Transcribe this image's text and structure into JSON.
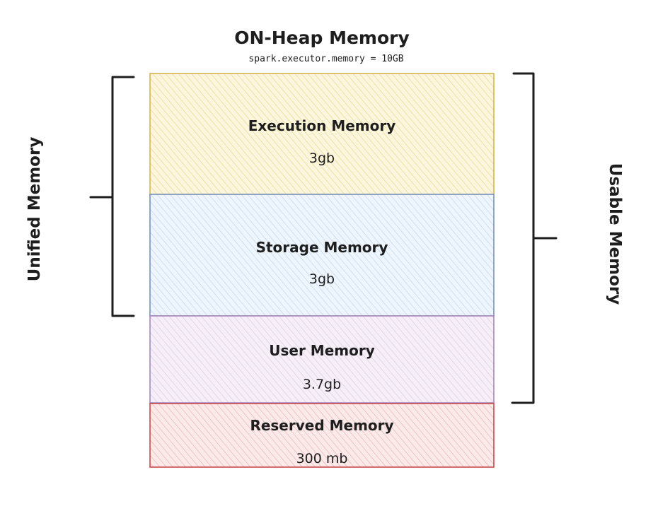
{
  "title": "ON-Heap Memory",
  "subtitle": "spark.executor.memory = 10GB",
  "blocks": [
    {
      "id": "execution",
      "label": "Execution Memory",
      "size": "3gb",
      "stroke": "#d6b64a",
      "fill": "#f7eec0"
    },
    {
      "id": "storage",
      "label": "Storage Memory",
      "size": "3gb",
      "stroke": "#7891bf",
      "fill": "#dbe9f7"
    },
    {
      "id": "user",
      "label": "User Memory",
      "size": "3.7gb",
      "stroke": "#a886bd",
      "fill": "#ece0f0"
    },
    {
      "id": "reserved",
      "label": "Reserved Memory",
      "size": "300 mb",
      "stroke": "#cc4a4a",
      "fill": "#f6d2d2"
    }
  ],
  "left_bracket_label": "Unified Memory",
  "right_bracket_label": "Usable Memory"
}
